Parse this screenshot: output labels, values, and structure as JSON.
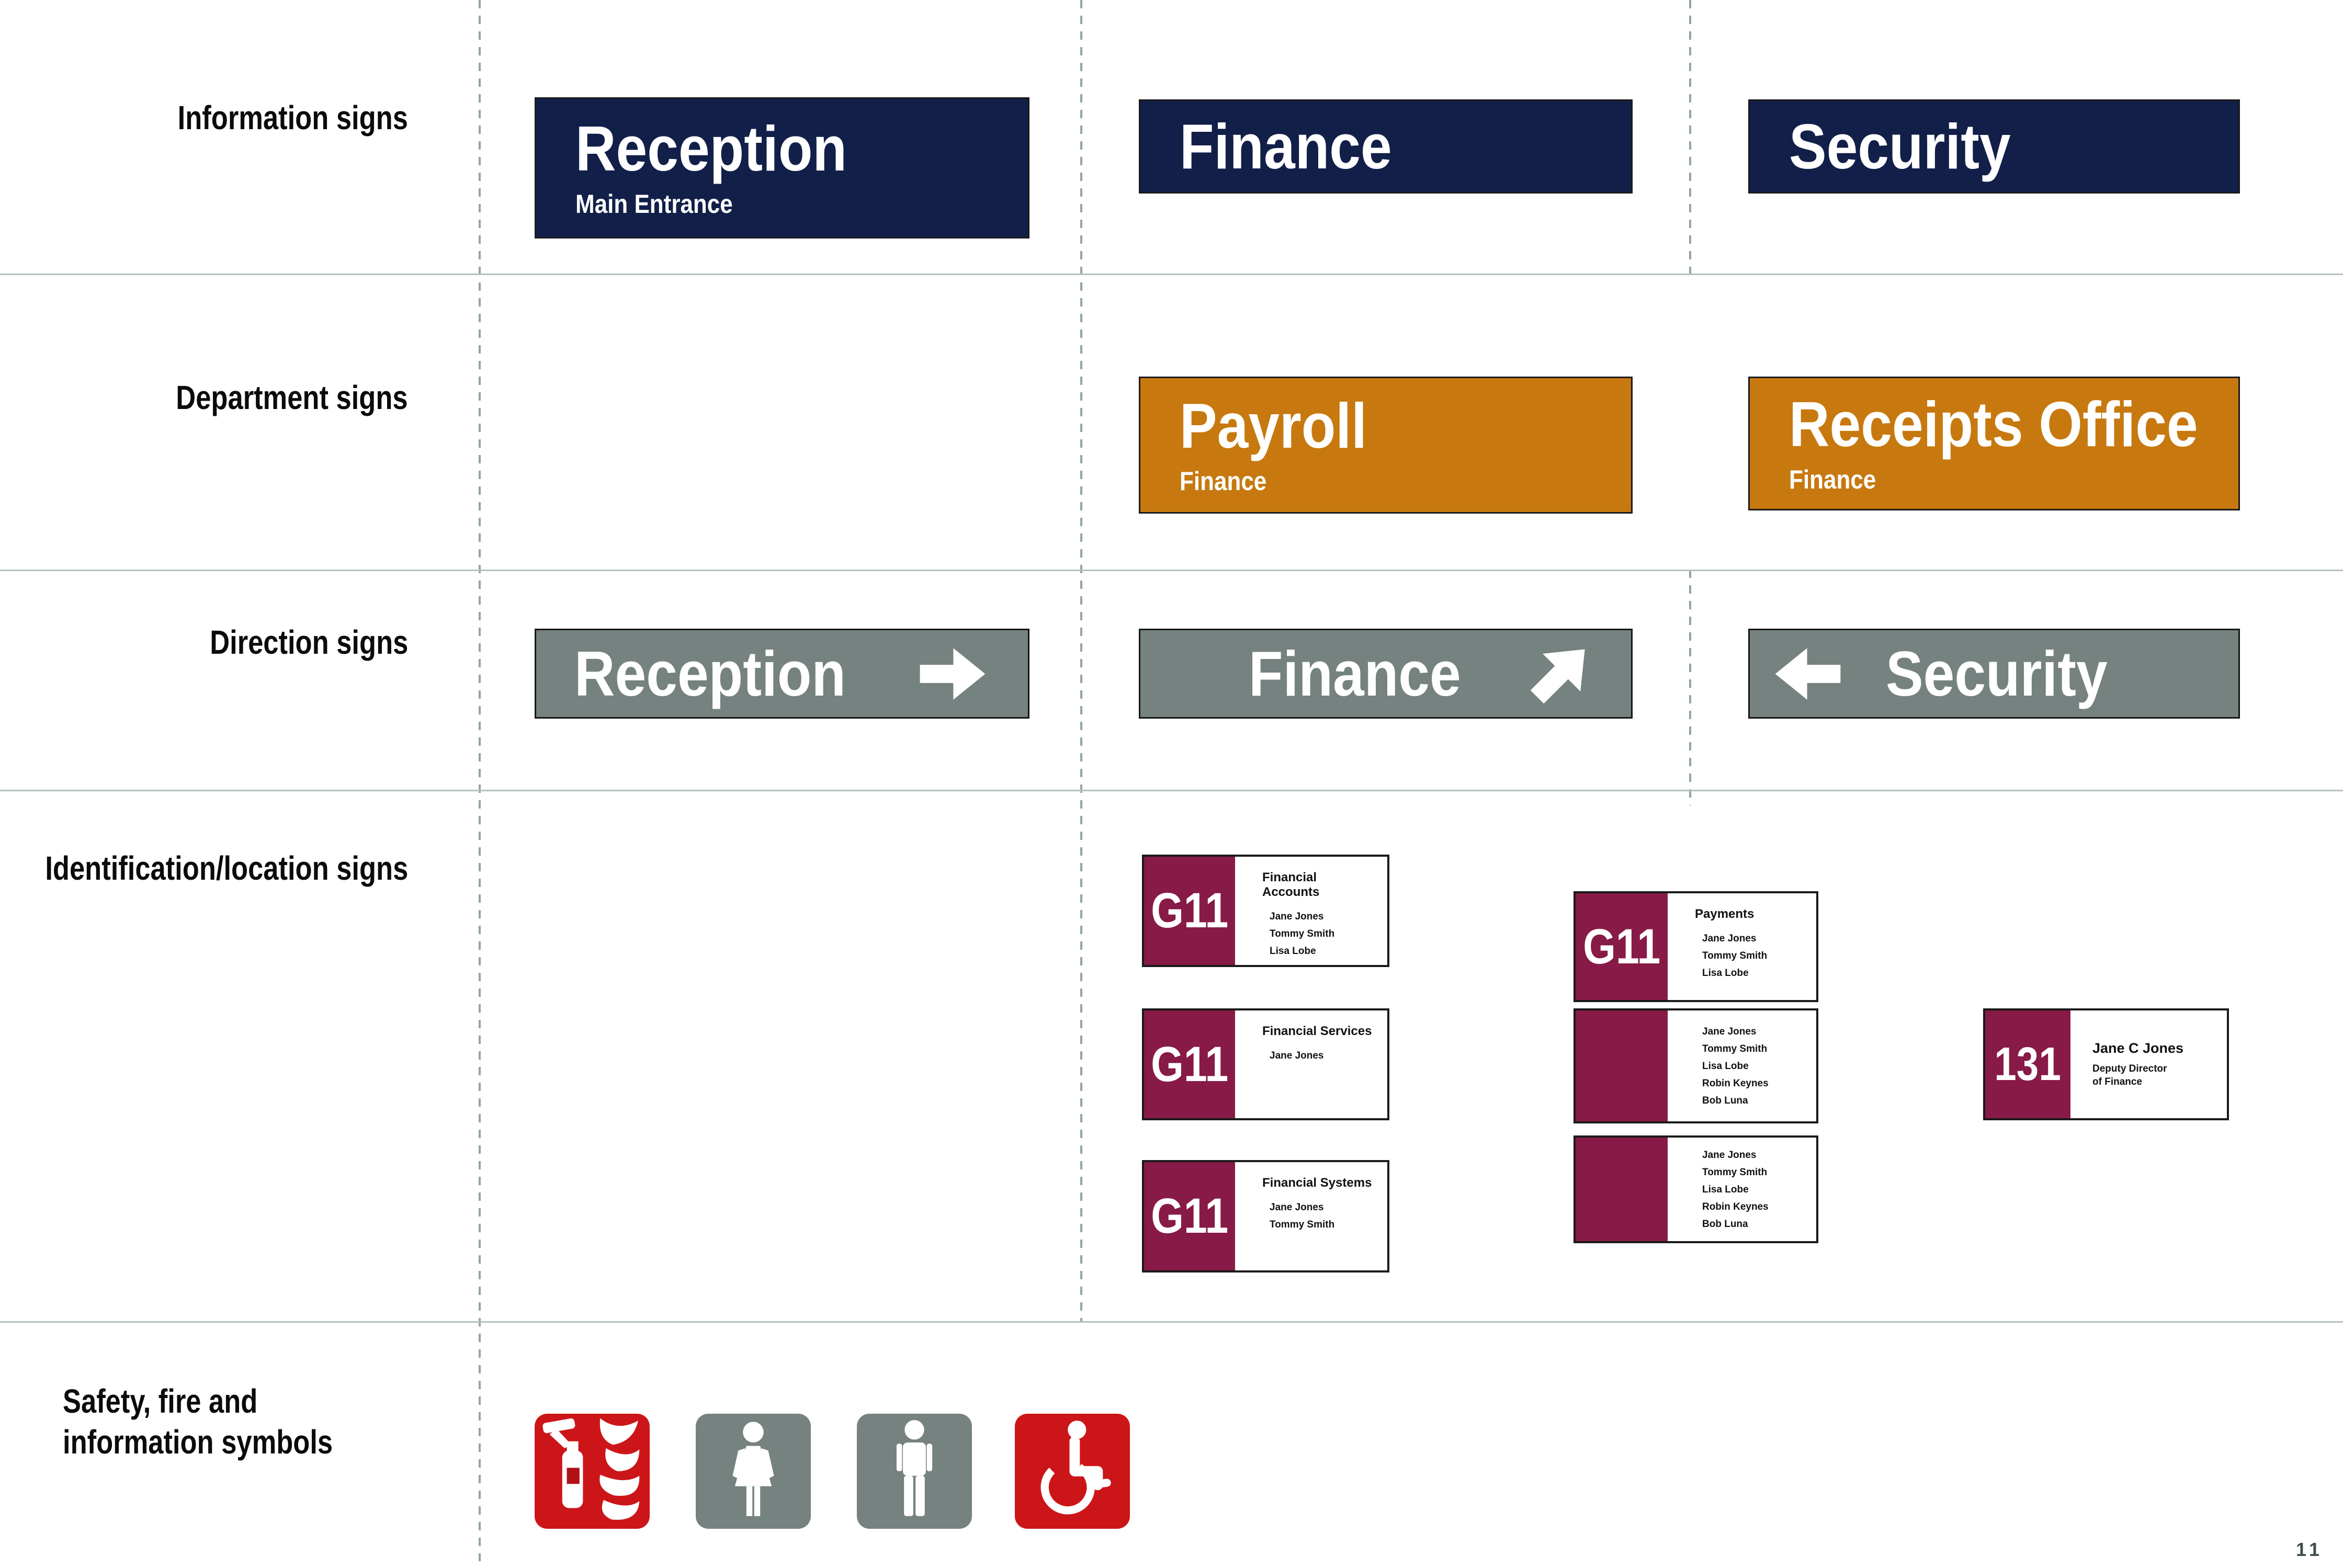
{
  "page_number": "11",
  "colors": {
    "navy": "#121f49",
    "orange": "#c7790f",
    "direction_gray": "#75827f",
    "maroon": "#871a47",
    "safety_red": "#cc1518",
    "dashed_guide": "#90a4a4",
    "rule_gray": "#b6c0c0"
  },
  "row_labels": {
    "information": "Information signs",
    "department": "Department signs",
    "direction": "Direction signs",
    "identification": "Identification/location signs",
    "safety_line1": "Safety, fire and",
    "safety_line2": "information symbols"
  },
  "info_signs": [
    {
      "title": "Reception",
      "subtitle": "Main Entrance"
    },
    {
      "title": "Finance"
    },
    {
      "title": "Security"
    }
  ],
  "department_signs": [
    {
      "title": "Payroll",
      "subtitle": "Finance"
    },
    {
      "title": "Receipts Office",
      "subtitle": "Finance"
    }
  ],
  "direction_signs": [
    {
      "label": "Reception",
      "arrow": "right"
    },
    {
      "label": "Finance",
      "arrow": "up-right"
    },
    {
      "label": "Security",
      "arrow": "left"
    }
  ],
  "id_signs": [
    {
      "number": "G11",
      "title": "Financial Accounts",
      "names": [
        "Jane Jones",
        "Tommy Smith",
        "Lisa Lobe"
      ]
    },
    {
      "number": "G11",
      "title": "Financial Services",
      "names": [
        "Jane Jones"
      ]
    },
    {
      "number": "G11",
      "title": "Financial Systems",
      "names": [
        "Jane Jones",
        "Tommy Smith"
      ]
    },
    {
      "number": "G11",
      "title": "Payments",
      "names": [
        "Jane Jones",
        "Tommy Smith",
        "Lisa Lobe"
      ]
    },
    {
      "number": "",
      "title": "",
      "names": [
        "Jane Jones",
        "Tommy Smith",
        "Lisa Lobe",
        "Robin Keynes",
        "Bob Luna"
      ]
    },
    {
      "number": "",
      "title": "",
      "names": [
        "Jane Jones",
        "Tommy Smith",
        "Lisa Lobe",
        "Robin Keynes",
        "Bob Luna"
      ]
    },
    {
      "number": "131",
      "name": "Jane C Jones",
      "role_line1": "Deputy Director",
      "role_line2": "of Finance"
    }
  ],
  "safety_symbols": [
    {
      "name": "fire-extinguisher"
    },
    {
      "name": "female-toilet"
    },
    {
      "name": "male-toilet"
    },
    {
      "name": "wheelchair-access"
    }
  ]
}
